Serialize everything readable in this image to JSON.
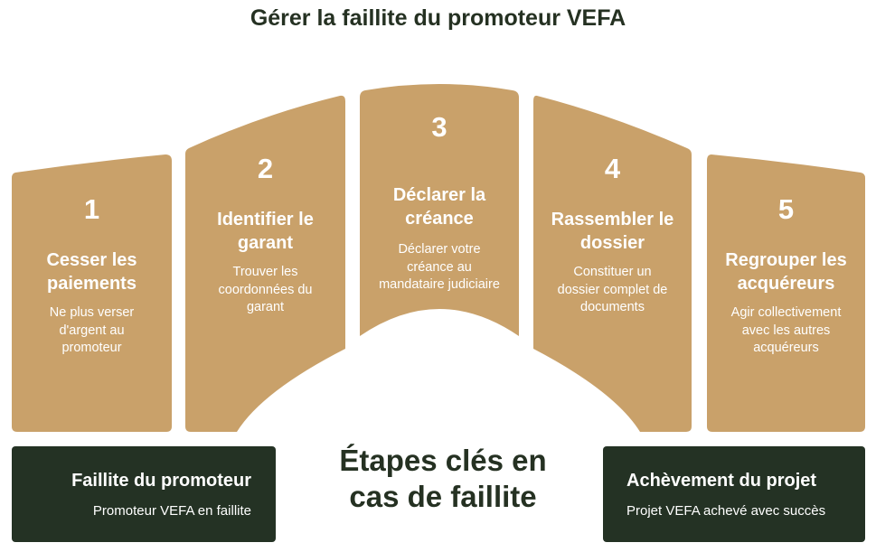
{
  "title": "Gérer la faillite du promoteur VEFA",
  "steps": [
    {
      "number": "1",
      "title_lines": [
        "Cesser les",
        "paiements"
      ],
      "desc_lines": [
        "Ne plus verser",
        "d'argent au",
        "promoteur"
      ]
    },
    {
      "number": "2",
      "title_lines": [
        "Identifier le",
        "garant"
      ],
      "desc_lines": [
        "Trouver les",
        "coordonnées du",
        "garant"
      ]
    },
    {
      "number": "3",
      "title_lines": [
        "Déclarer la",
        "créance"
      ],
      "desc_lines": [
        "Déclarer votre",
        "créance au",
        "mandataire judiciaire"
      ]
    },
    {
      "number": "4",
      "title_lines": [
        "Rassembler le",
        "dossier"
      ],
      "desc_lines": [
        "Constituer un",
        "dossier complet de",
        "documents"
      ]
    },
    {
      "number": "5",
      "title_lines": [
        "Regrouper les",
        "acquéreurs"
      ],
      "desc_lines": [
        "Agir collectivement",
        "avec les autres",
        "acquéreurs"
      ]
    }
  ],
  "center_label_lines": [
    "Étapes clés en",
    "cas de faillite"
  ],
  "start_box": {
    "title": "Faillite du promoteur",
    "subtitle": "Promoteur VEFA en faillite"
  },
  "end_box": {
    "title": "Achèvement du projet",
    "subtitle": "Projet VEFA achevé avec succès"
  },
  "colors": {
    "tan": "#C9A16A",
    "dark_green": "#243224",
    "title_text": "#253122",
    "white": "#FFFFFF"
  }
}
